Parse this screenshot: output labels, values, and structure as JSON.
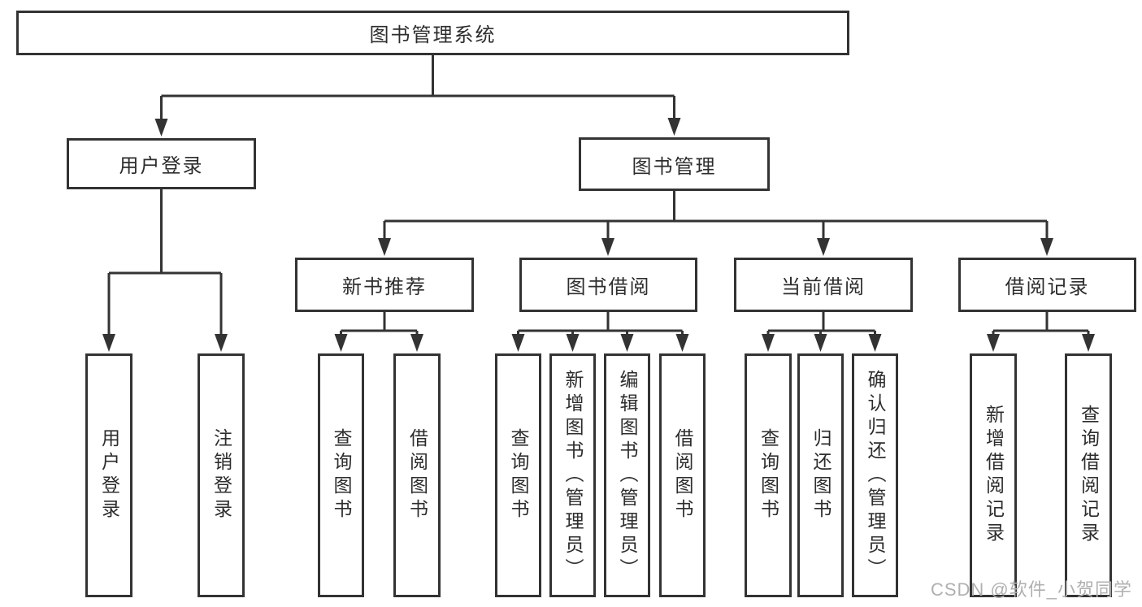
{
  "colors": {
    "line": "#333333",
    "box_border": "#333333",
    "text": "#2d2d2d",
    "watermark": "#b0b0b0",
    "background": "#ffffff"
  },
  "watermark": {
    "text": "CSDN @软件_小贺同学"
  },
  "nodes": {
    "root": {
      "label": "图书管理系统"
    },
    "user_login": {
      "label": "用户登录"
    },
    "book_management": {
      "label": "图书管理"
    },
    "new_book_recommend": {
      "label": "新书推荐"
    },
    "book_borrowing": {
      "label": "图书借阅"
    },
    "current_borrowing": {
      "label": "当前借阅"
    },
    "borrowing_records": {
      "label": "借阅记录"
    },
    "user_login_leaf": {
      "label": "用户登录"
    },
    "logout_leaf": {
      "label": "注销登录"
    },
    "query_book_recommend": {
      "label": "查询图书"
    },
    "borrow_book_recommend": {
      "label": "借阅图书"
    },
    "query_book_borrowing": {
      "label": "查询图书"
    },
    "add_book_admin": {
      "label": "新增图书（管理员）"
    },
    "edit_book_admin": {
      "label": "编辑图书（管理员）"
    },
    "borrow_book_borrowing": {
      "label": "借阅图书"
    },
    "query_book_current": {
      "label": "查询图书"
    },
    "return_book": {
      "label": "归还图书"
    },
    "confirm_return_admin": {
      "label": "确认归还（管理员）"
    },
    "add_borrow_record": {
      "label": "新增借阅记录"
    },
    "query_borrow_record": {
      "label": "查询借阅记录"
    }
  },
  "hierarchy": {
    "图书管理系统": {
      "用户登录": [
        "用户登录",
        "注销登录"
      ],
      "图书管理": {
        "新书推荐": [
          "查询图书",
          "借阅图书"
        ],
        "图书借阅": [
          "查询图书",
          "新增图书（管理员）",
          "编辑图书（管理员）",
          "借阅图书"
        ],
        "当前借阅": [
          "查询图书",
          "归还图书",
          "确认归还（管理员）"
        ],
        "借阅记录": [
          "新增借阅记录",
          "查询借阅记录"
        ]
      }
    }
  }
}
